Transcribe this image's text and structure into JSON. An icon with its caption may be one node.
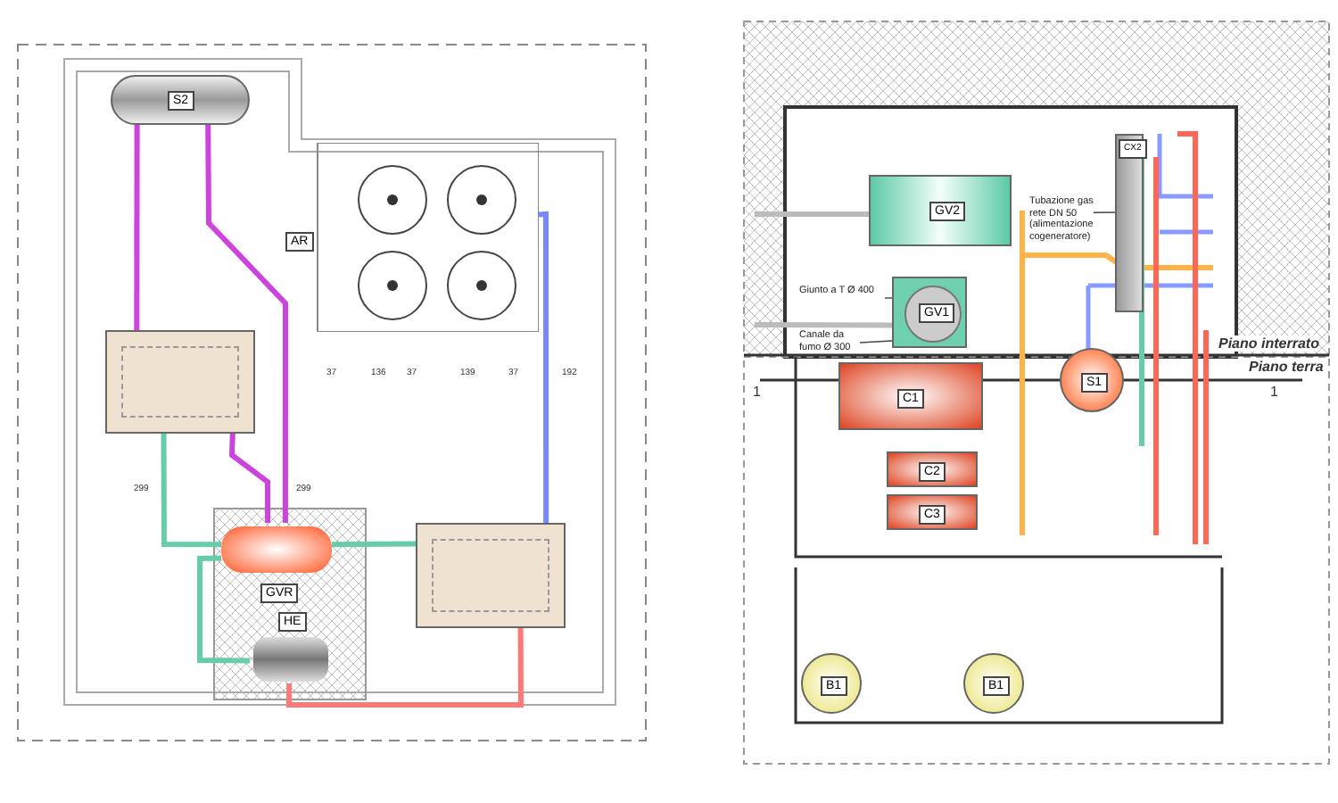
{
  "diagram": {
    "nodes": [
      {
        "text": [
          "S2"
        ]
      },
      {
        "text": [
          "AR"
        ]
      },
      {
        "text": [],
        "shape": "box"
      },
      {
        "text": [
          "GVR"
        ]
      },
      {
        "text": [
          "HE"
        ]
      },
      {
        "text": [],
        "shape": "box"
      },
      {
        "text": [
          "GV2"
        ]
      },
      {
        "text": [
          "GV1"
        ]
      },
      {
        "text": [
          "CX2"
        ]
      },
      {
        "text": [
          "Tubazione gas rete DN 50 (alimentazione cogeneratore)"
        ]
      },
      {
        "text": [
          "Giunto a T Ø 400"
        ]
      },
      {
        "text": [
          "Canale da fumo Ø 300"
        ]
      },
      {
        "text": [
          "S1"
        ]
      },
      {
        "text": [
          "C1"
        ]
      },
      {
        "text": [
          "C2"
        ]
      },
      {
        "text": [
          "C3"
        ]
      },
      {
        "text": [
          "B1"
        ]
      },
      {
        "text": [
          "B1"
        ]
      }
    ],
    "edges": [
      {
        "from": 0,
        "to": 2,
        "arrow": "none",
        "color": "#cc44dd"
      },
      {
        "from": 0,
        "to": 3,
        "arrow": "none",
        "color": "#cc44dd"
      },
      {
        "from": 2,
        "to": 3,
        "arrow": "none",
        "color": "#cc44dd"
      },
      {
        "from": 2,
        "to": 3,
        "arrow": "none",
        "color": "#66ccaa"
      },
      {
        "from": 3,
        "to": 5,
        "arrow": "none",
        "color": "#66ccaa"
      },
      {
        "from": 3,
        "to": 4,
        "arrow": "none",
        "color": "#66ccaa"
      },
      {
        "from": 4,
        "to": 5,
        "arrow": "none",
        "color": "#ff7777"
      },
      {
        "from": 1,
        "to": 5,
        "arrow": "none",
        "color": "#7788ff"
      },
      {
        "from": 9,
        "to": 8,
        "arrow": "none",
        "color": "#444444"
      },
      {
        "from": 10,
        "to": 7,
        "arrow": "none",
        "color": "#444444"
      },
      {
        "from": 11,
        "to": 7,
        "arrow": "none",
        "color": "#444444"
      },
      {
        "from": null,
        "to": 6,
        "arrow": "none",
        "color": "#bbbbbb"
      },
      {
        "from": null,
        "to": 7,
        "arrow": "none",
        "color": "#bbbbbb"
      }
    ],
    "labels": [
      "37",
      "136",
      "37",
      "139",
      "37",
      "192",
      "299",
      "299",
      "Piano interrato",
      "Piano terra",
      "1",
      "1"
    ]
  }
}
